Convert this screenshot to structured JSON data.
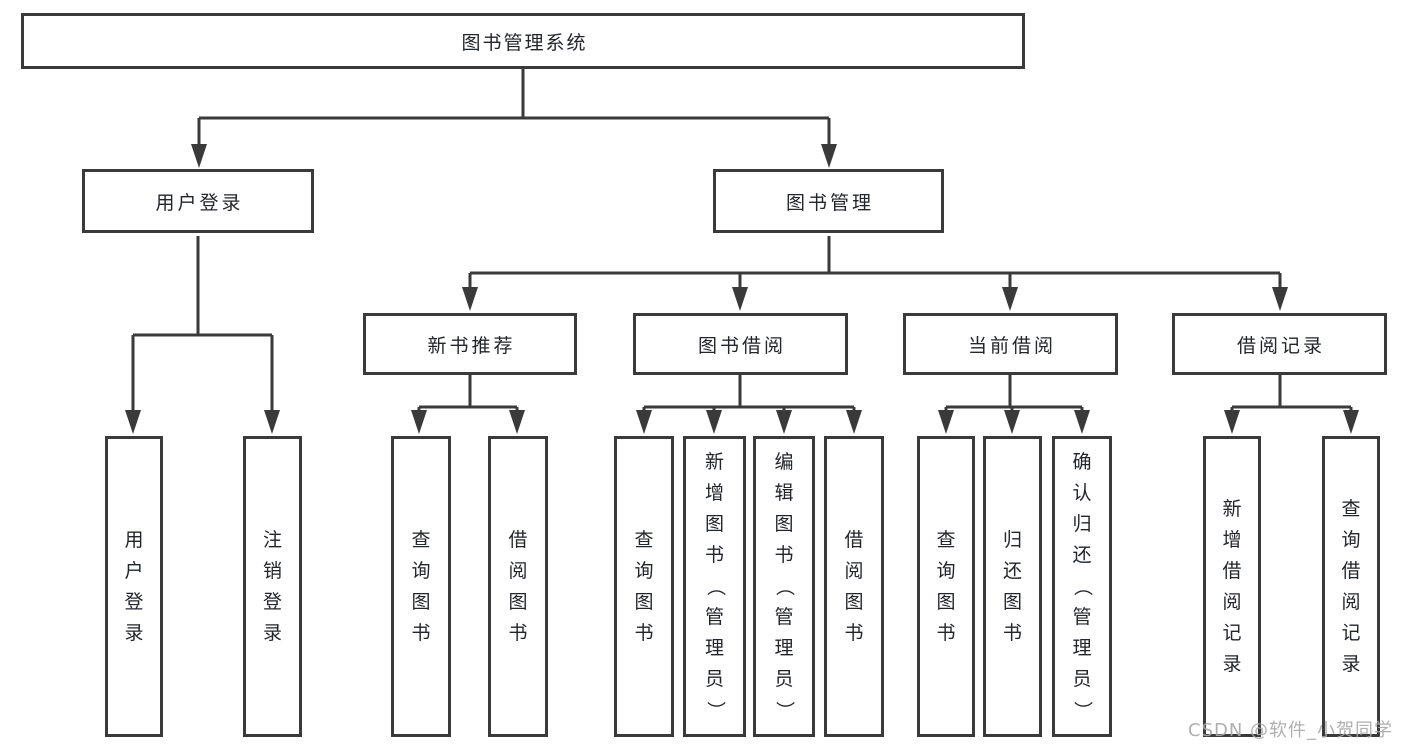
{
  "diagram": {
    "root": {
      "label": "图书管理系统"
    },
    "user_login": {
      "label": "用户登录",
      "children": [
        {
          "label": "用户登录"
        },
        {
          "label": "注销登录"
        }
      ]
    },
    "book_mgmt": {
      "label": "图书管理",
      "sections": [
        {
          "label": "新书推荐",
          "children": [
            {
              "label": "查询图书"
            },
            {
              "label": "借阅图书"
            }
          ]
        },
        {
          "label": "图书借阅",
          "children": [
            {
              "label": "查询图书"
            },
            {
              "label": "新增图书（管理员）"
            },
            {
              "label": "编辑图书（管理员）"
            },
            {
              "label": "借阅图书"
            }
          ]
        },
        {
          "label": "当前借阅",
          "children": [
            {
              "label": "查询图书"
            },
            {
              "label": "归还图书"
            },
            {
              "label": "确认归还（管理员）"
            }
          ]
        },
        {
          "label": "借阅记录",
          "children": [
            {
              "label": "新增借阅记录"
            },
            {
              "label": "查询借阅记录"
            }
          ]
        }
      ]
    }
  },
  "watermark": {
    "text": "CSDN @软件_小贺同学"
  },
  "colors": {
    "line": "#3a3a3a",
    "box_border": "#3a3a3a",
    "box_background": "#ffffff",
    "text": "#22252c",
    "watermark": "#a8a8aa",
    "background": "#ffffff"
  }
}
